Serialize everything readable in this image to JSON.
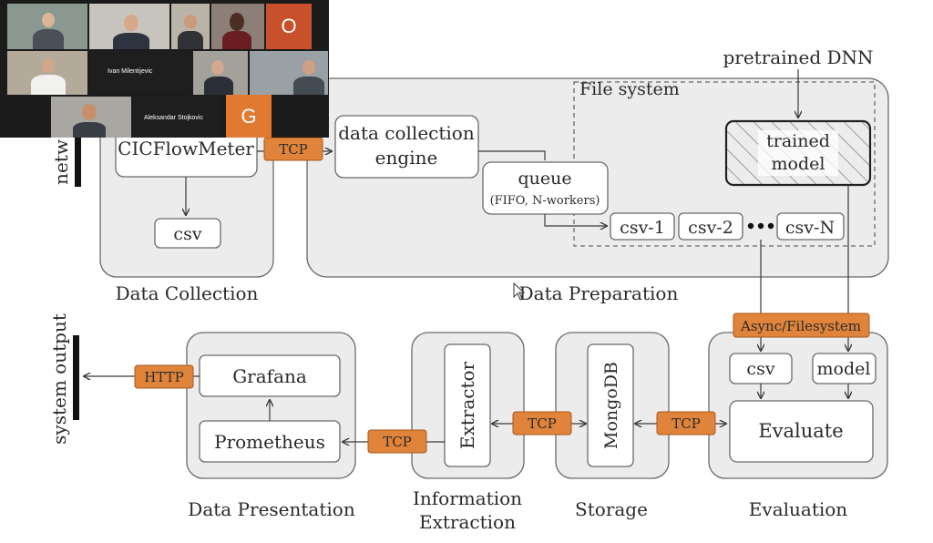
{
  "groups": {
    "data_collection": "Data Collection",
    "data_preparation": "Data Preparation",
    "data_presentation": "Data Presentation",
    "information_extraction_line1": "Information",
    "information_extraction_line2": "Extraction",
    "storage": "Storage",
    "evaluation": "Evaluation"
  },
  "nodes": {
    "cicflowmeter": "CICFlowMeter",
    "csv": "csv",
    "data_collection_engine_line1": "data collection",
    "data_collection_engine_line2": "engine",
    "queue": "queue",
    "queue_sub": "(FIFO, N-workers)",
    "csv1": "csv-1",
    "csv2": "csv-2",
    "csvN": "csv-N",
    "file_system": "File system",
    "pretrained_dnn": "pretrained DNN",
    "trained_model_line1": "trained",
    "trained_model_line2": "model",
    "eval_csv": "csv",
    "eval_model": "model",
    "evaluate": "Evaluate",
    "mongodb": "MongoDB",
    "extractor": "Extractor",
    "grafana": "Grafana",
    "prometheus": "Prometheus"
  },
  "tags": {
    "tcp": "TCP",
    "http": "HTTP",
    "async_filesystem": "Async/Filesystem"
  },
  "side_labels": {
    "network": "netw",
    "system_output": "system output"
  },
  "video_call": {
    "participants": [
      {
        "name": "Ivan Milentijevic"
      },
      {
        "name": "Aleksandar Stojkovic"
      }
    ],
    "avatars": [
      {
        "letter": "O",
        "color": "#c8502a"
      },
      {
        "letter": "G",
        "color": "#e07a30"
      }
    ]
  }
}
